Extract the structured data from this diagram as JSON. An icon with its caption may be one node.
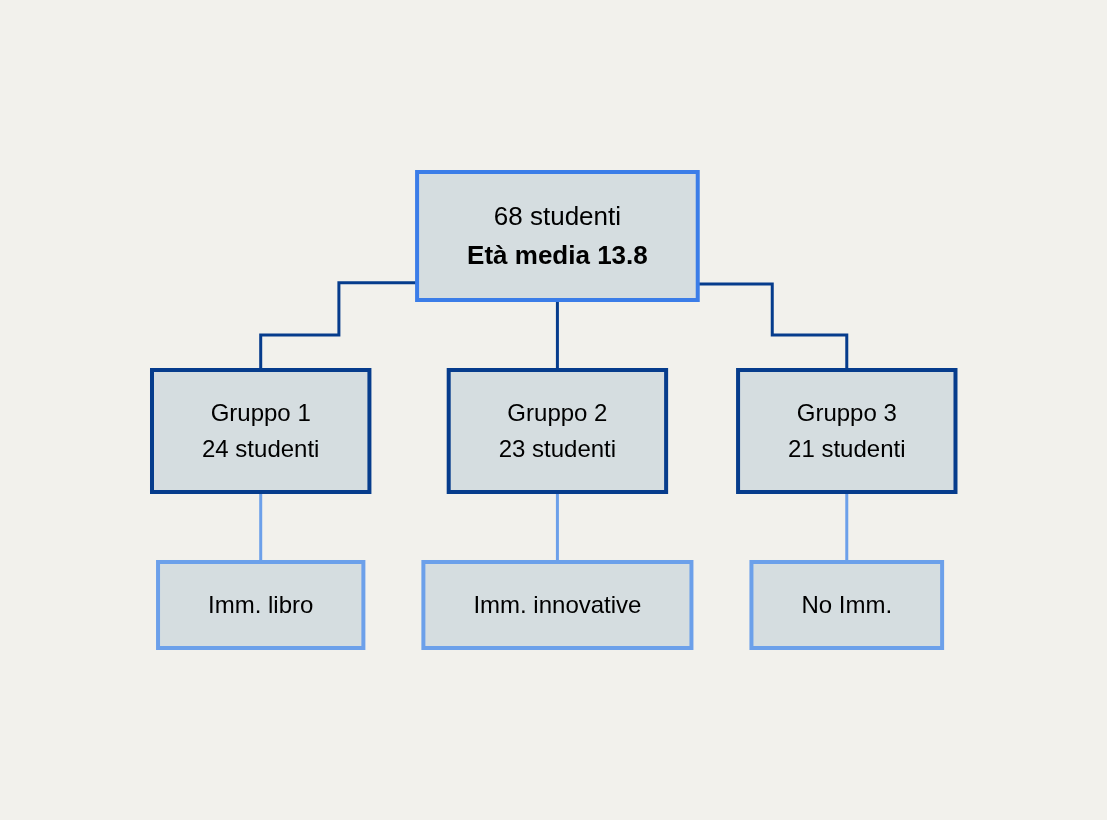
{
  "diagram": {
    "nodes": [
      {
        "text": [
          "68 studenti",
          "Età media 13.8"
        ]
      },
      {
        "text": [
          "Gruppo 1",
          "24 studenti"
        ]
      },
      {
        "text": [
          "Gruppo 2",
          "23 studenti"
        ]
      },
      {
        "text": [
          "Gruppo 3",
          "21 studenti"
        ]
      },
      {
        "text": [
          "Imm. libro"
        ]
      },
      {
        "text": [
          "Imm. innovative"
        ]
      },
      {
        "text": [
          "No Imm."
        ]
      }
    ],
    "edges": [
      {
        "from": 0,
        "to": 1,
        "arrow": "none",
        "color": "#063c8c"
      },
      {
        "from": 0,
        "to": 2,
        "arrow": "none",
        "color": "#063c8c"
      },
      {
        "from": 0,
        "to": 3,
        "arrow": "none",
        "color": "#063c8c"
      },
      {
        "from": 1,
        "to": 4,
        "arrow": "none",
        "color": "#6ca0ea"
      },
      {
        "from": 2,
        "to": 5,
        "arrow": "none",
        "color": "#6ca0ea"
      },
      {
        "from": 3,
        "to": 6,
        "arrow": "none",
        "color": "#6ca0ea"
      }
    ]
  }
}
